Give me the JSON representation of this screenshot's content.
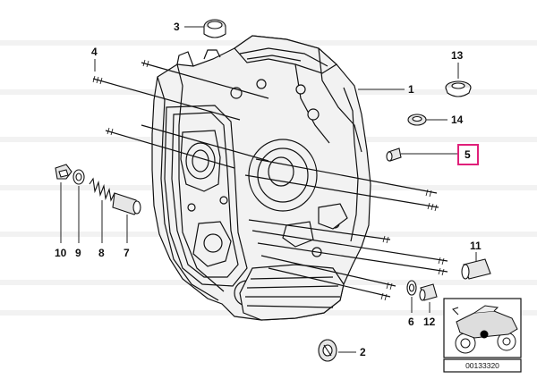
{
  "callouts": {
    "c1": "1",
    "c2": "2",
    "c3": "3",
    "c4": "4",
    "c5": "5",
    "c6": "6",
    "c7": "7",
    "c8": "8",
    "c9": "9",
    "c10": "10",
    "c11": "11",
    "c12": "12",
    "c13": "13",
    "c14": "14"
  },
  "highlighted_callout": "5",
  "highlight_color": "#e0207a",
  "reference_code": "00133320",
  "watermark_color": "#efefef"
}
